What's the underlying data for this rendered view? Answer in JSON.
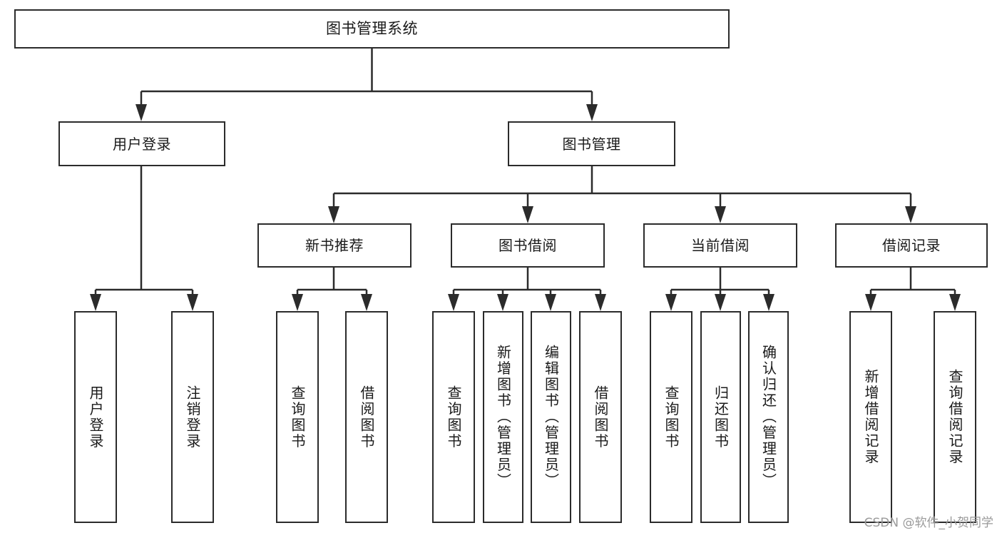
{
  "diagram": {
    "type": "tree-hierarchy-chart",
    "title": "图书管理系统",
    "watermark": "CSDN @软件_小贺同学",
    "colors": {
      "background": "#ffffff",
      "border": "#2b2b2b",
      "text": "#1a1a1a",
      "watermark": "#9a9a9a"
    },
    "nodes": {
      "root": {
        "label": "图书管理系统"
      },
      "level1": [
        {
          "label": "用户登录"
        },
        {
          "label": "图书管理"
        }
      ],
      "level2": [
        {
          "label": "新书推荐"
        },
        {
          "label": "图书借阅"
        },
        {
          "label": "当前借阅"
        },
        {
          "label": "借阅记录"
        }
      ],
      "leaves": {
        "user_login": [
          {
            "label": "用户登录"
          },
          {
            "label": "注销登录"
          }
        ],
        "new_book_recommend": [
          {
            "label": "查询图书"
          },
          {
            "label": "借阅图书"
          }
        ],
        "book_borrow": [
          {
            "label": "查询图书"
          },
          {
            "label": "新增图书（管理员）"
          },
          {
            "label": "编辑图书（管理员）"
          },
          {
            "label": "借阅图书"
          }
        ],
        "current_borrow": [
          {
            "label": "查询图书"
          },
          {
            "label": "归还图书"
          },
          {
            "label": "确认归还（管理员）"
          }
        ],
        "borrow_record": [
          {
            "label": "新增借阅记录"
          },
          {
            "label": "查询借阅记录"
          }
        ]
      }
    }
  }
}
